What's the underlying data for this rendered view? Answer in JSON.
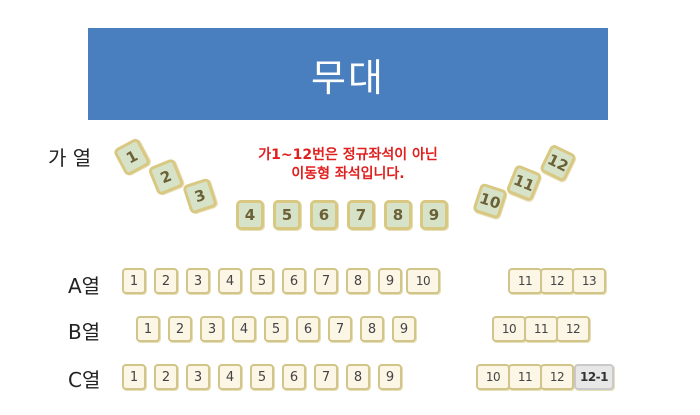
{
  "stage": {
    "label": "무대"
  },
  "notice": {
    "line1": "가1~12번은 정규좌석이 아닌",
    "line2": "이동형 좌석입니다."
  },
  "rows": {
    "ga": {
      "label": "가 열",
      "seats": [
        "1",
        "2",
        "3",
        "4",
        "5",
        "6",
        "7",
        "8",
        "9",
        "10",
        "11",
        "12"
      ]
    },
    "a": {
      "label": "A열",
      "seats": [
        "1",
        "2",
        "3",
        "4",
        "5",
        "6",
        "7",
        "8",
        "9",
        "10",
        "11",
        "12",
        "13"
      ]
    },
    "b": {
      "label": "B열",
      "seats": [
        "1",
        "2",
        "3",
        "4",
        "5",
        "6",
        "7",
        "8",
        "9",
        "10",
        "11",
        "12"
      ]
    },
    "c": {
      "label": "C열",
      "seats": [
        "1",
        "2",
        "3",
        "4",
        "5",
        "6",
        "7",
        "8",
        "9",
        "10",
        "11",
        "12",
        "12-1"
      ]
    }
  },
  "colors": {
    "stage": "#4a7fbf",
    "notice": "#e0201f",
    "movable_seat_fill": "#d6e3c9",
    "seat_fill": "#fbf6e6",
    "seat_border": "#d2c58a"
  }
}
